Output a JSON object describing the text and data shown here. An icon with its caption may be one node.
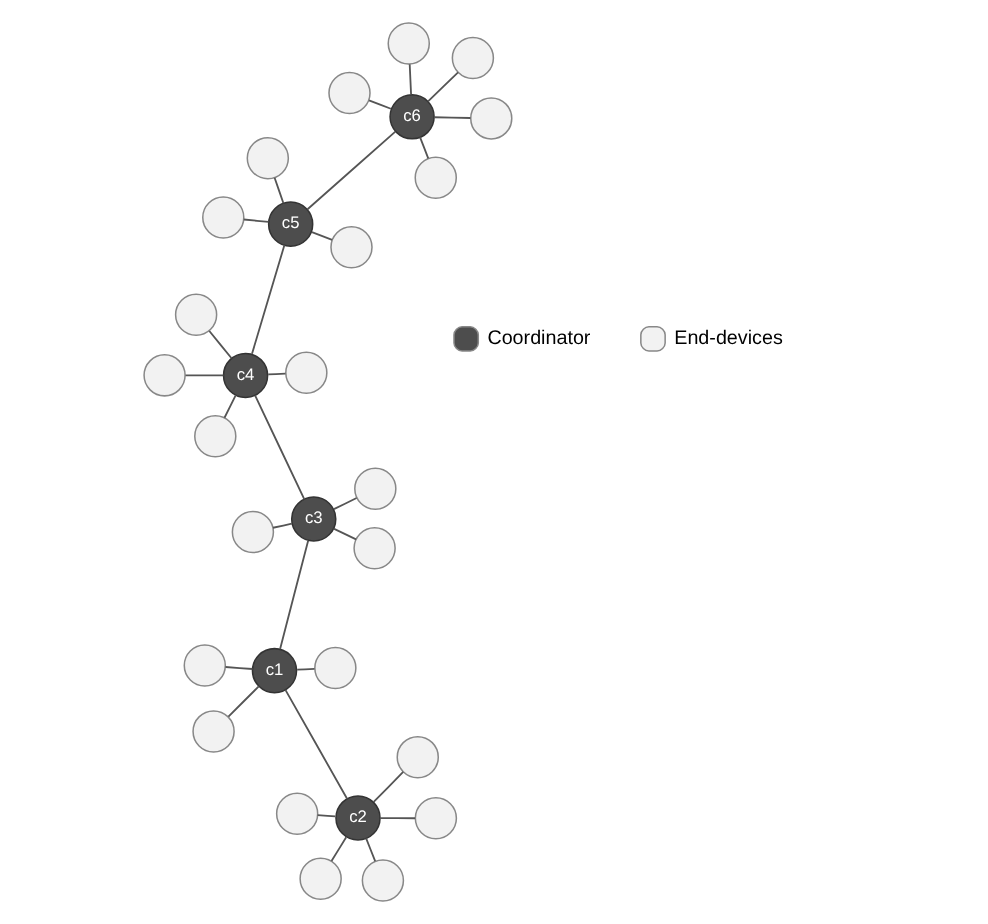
{
  "diagram": {
    "nodes": [
      {
        "text": [
          "c1"
        ]
      },
      {
        "text": [
          "c2"
        ]
      },
      {
        "text": [
          "c3"
        ]
      },
      {
        "text": [
          "c4"
        ]
      },
      {
        "text": [
          "c5"
        ]
      },
      {
        "text": [
          "c6"
        ]
      },
      {
        "text": [],
        "shape": "circle"
      },
      {
        "text": [],
        "shape": "circle"
      },
      {
        "text": [],
        "shape": "circle"
      },
      {
        "text": [],
        "shape": "circle"
      },
      {
        "text": [],
        "shape": "circle"
      },
      {
        "text": [],
        "shape": "circle"
      },
      {
        "text": [],
        "shape": "circle"
      },
      {
        "text": [],
        "shape": "circle"
      },
      {
        "text": [],
        "shape": "circle"
      },
      {
        "text": [],
        "shape": "circle"
      },
      {
        "text": [],
        "shape": "circle"
      },
      {
        "text": [],
        "shape": "circle"
      },
      {
        "text": [],
        "shape": "circle"
      },
      {
        "text": [],
        "shape": "circle"
      },
      {
        "text": [],
        "shape": "circle"
      },
      {
        "text": [],
        "shape": "circle"
      },
      {
        "text": [],
        "shape": "circle"
      },
      {
        "text": [],
        "shape": "circle"
      },
      {
        "text": [],
        "shape": "circle"
      },
      {
        "text": [],
        "shape": "circle"
      },
      {
        "text": [],
        "shape": "circle"
      },
      {
        "text": [],
        "shape": "circle"
      },
      {
        "text": [],
        "shape": "circle"
      }
    ],
    "edges": [
      {
        "from": 0,
        "to": 2,
        "arrow": "none"
      },
      {
        "from": 0,
        "to": 1,
        "arrow": "none"
      },
      {
        "from": 2,
        "to": 3,
        "arrow": "none"
      },
      {
        "from": 3,
        "to": 4,
        "arrow": "none"
      },
      {
        "from": 4,
        "to": 5,
        "arrow": "none"
      },
      {
        "from": 0,
        "to": 6,
        "arrow": "none"
      },
      {
        "from": 0,
        "to": 7,
        "arrow": "none"
      },
      {
        "from": 1,
        "to": 8,
        "arrow": "none"
      },
      {
        "from": 1,
        "to": 9,
        "arrow": "none"
      },
      {
        "from": 1,
        "to": 10,
        "arrow": "none"
      },
      {
        "from": 1,
        "to": 11,
        "arrow": "none"
      },
      {
        "from": 1,
        "to": 12,
        "arrow": "none"
      },
      {
        "from": 2,
        "to": 13,
        "arrow": "none"
      },
      {
        "from": 2,
        "to": 14,
        "arrow": "none"
      },
      {
        "from": 3,
        "to": 15,
        "arrow": "none"
      },
      {
        "from": 3,
        "to": 16,
        "arrow": "none"
      },
      {
        "from": 3,
        "to": 17,
        "arrow": "none"
      },
      {
        "from": 3,
        "to": 18,
        "arrow": "none"
      },
      {
        "from": 4,
        "to": 19,
        "arrow": "none"
      },
      {
        "from": 4,
        "to": 20,
        "arrow": "none"
      },
      {
        "from": 4,
        "to": 21,
        "arrow": "none"
      },
      {
        "from": 5,
        "to": 22,
        "arrow": "none"
      },
      {
        "from": 5,
        "to": 23,
        "arrow": "none"
      },
      {
        "from": 5,
        "to": 24,
        "arrow": "none"
      },
      {
        "from": 5,
        "to": 25,
        "arrow": "none"
      },
      {
        "from": 5,
        "to": 26,
        "arrow": "none"
      },
      {
        "from": 0,
        "to": 27,
        "arrow": "none"
      },
      {
        "from": 2,
        "to": 28,
        "arrow": "none"
      }
    ],
    "legend": [
      {
        "text": "Coordinator",
        "color": "#4d4d4d"
      },
      {
        "text": "End-devices",
        "color": "#f2f2f2"
      }
    ]
  }
}
